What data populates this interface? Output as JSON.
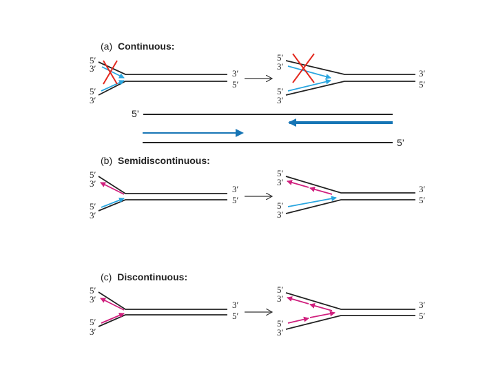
{
  "sections": [
    {
      "letter": "(a)",
      "title": "Continuous:"
    },
    {
      "letter": "(b)",
      "title": "Semidiscontinuous:"
    },
    {
      "letter": "(c)",
      "title": "Discontinuous:"
    }
  ],
  "labels": {
    "five_prime": "5′",
    "three_prime": "3′"
  },
  "overlay": {
    "top_left_label": "5’",
    "bottom_right_label": "5’"
  },
  "colors": {
    "leading_primer": "#2aa6e0",
    "lagging_fragment": "#d0207e",
    "overlay_arrow": "#1675b5",
    "cross_mark": "#e3281e"
  }
}
